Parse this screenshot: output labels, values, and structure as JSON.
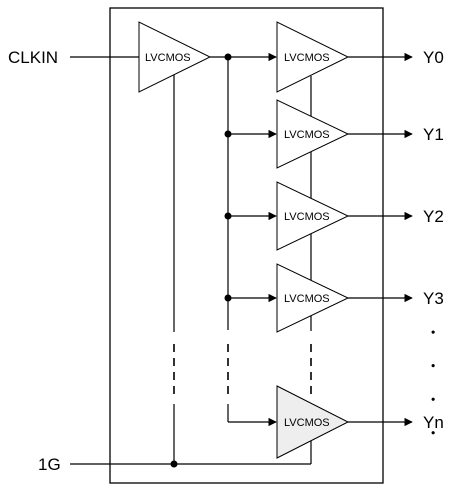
{
  "inputs": {
    "clock": "CLKIN",
    "enable": "1G"
  },
  "buffer_label": "LVCMOS",
  "outputs": [
    "Y0",
    "Y1",
    "Y2",
    "Y3",
    "Yn"
  ],
  "continuation_marks": "• • • •",
  "colors": {
    "line": "#000000",
    "buffer_fill": "#ffffff",
    "last_buffer_fill": "#eeeeee"
  }
}
